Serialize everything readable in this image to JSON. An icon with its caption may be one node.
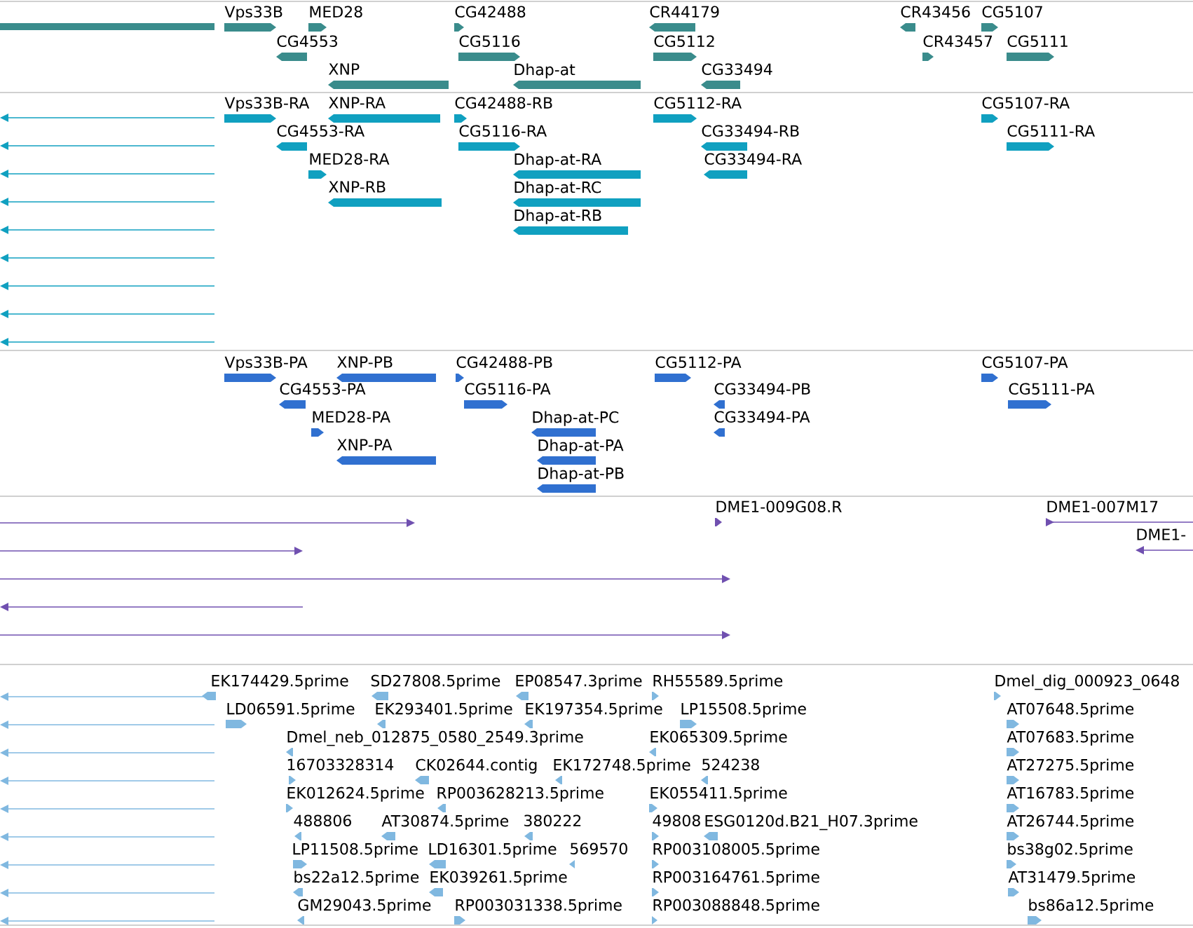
{
  "diagram": {
    "labels": [
      "Vps33B",
      "MED28",
      "CG42488",
      "CR44179",
      "CR43456",
      "CG5107",
      "CG4553",
      "CG5116",
      "CG5112",
      "CR43457",
      "CG5111",
      "XNP",
      "Dhap-at",
      "CG33494",
      "Vps33B-RA",
      "XNP-RA",
      "CG42488-RB",
      "CG5112-RA",
      "CG5107-RA",
      "CG4553-RA",
      "CG5116-RA",
      "CG33494-RB",
      "CG5111-RA",
      "MED28-RA",
      "Dhap-at-RA",
      "CG33494-RA",
      "XNP-RB",
      "Dhap-at-RC",
      "Dhap-at-RB",
      "Vps33B-PA",
      "XNP-PB",
      "CG42488-PB",
      "CG5112-PA",
      "CG5107-PA",
      "CG4553-PA",
      "CG5116-PA",
      "CG33494-PB",
      "CG5111-PA",
      "MED28-PA",
      "Dhap-at-PC",
      "CG33494-PA",
      "XNP-PA",
      "Dhap-at-PA",
      "Dhap-at-PB",
      "DME1-009G08.R",
      "DME1-007M17",
      "DME1-",
      "EK174429.5prime",
      "SD27808.5prime",
      "EP08547.3prime",
      "RH55589.5prime",
      "Dmel_dig_000923_0648",
      "LD06591.5prime",
      "EK293401.5prime",
      "EK197354.5prime",
      "LP15508.5prime",
      "AT07648.5prime",
      "Dmel_neb_012875_0580_2549.3prime",
      "EK065309.5prime",
      "AT07683.5prime",
      "16703328314",
      "CK02644.contig",
      "EK172748.5prime",
      "524238",
      "AT27275.5prime",
      "EK012624.5prime",
      "RP003628213.5prime",
      "EK055411.5prime",
      "AT16783.5prime",
      "488806",
      "AT30874.5prime",
      "380222",
      "49808",
      "ESG0120d.B21_H07.3prime",
      "AT26744.5prime",
      "LP11508.5prime",
      "LD16301.5prime",
      "569570",
      "RP003108005.5prime",
      "bs38g02.5prime",
      "bs22a12.5prime",
      "EK039261.5prime",
      "RP003164761.5prime",
      "AT31479.5prime",
      "GM29043.5prime",
      "RP003031338.5prime",
      "RP003088848.5prime",
      "bs86a12.5prime"
    ]
  }
}
